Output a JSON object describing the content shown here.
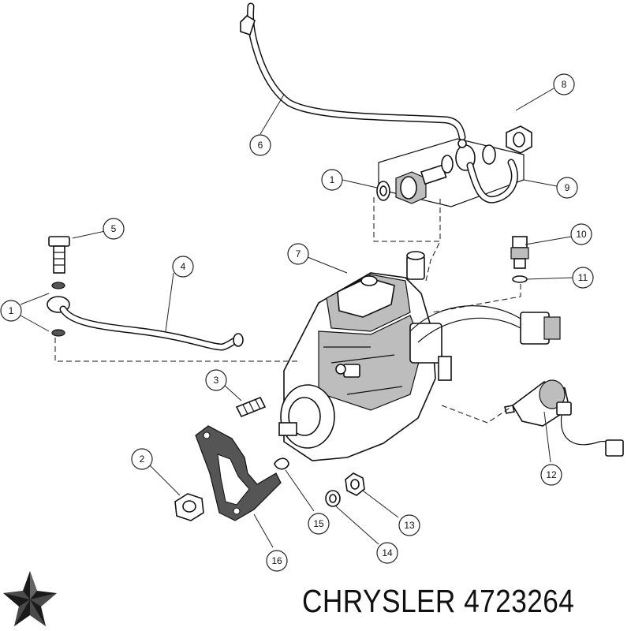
{
  "diagram": {
    "callouts": [
      "1",
      "1",
      "2",
      "3",
      "4",
      "5",
      "6",
      "7",
      "8",
      "9",
      "10",
      "11",
      "12",
      "13",
      "14",
      "15",
      "16"
    ]
  },
  "footer": {
    "brand": "CHRYSLER",
    "part_number": "4723264",
    "logo_icon": "chrysler-pentastar-icon"
  },
  "colors": {
    "line": "#111111",
    "background": "#ffffff"
  }
}
